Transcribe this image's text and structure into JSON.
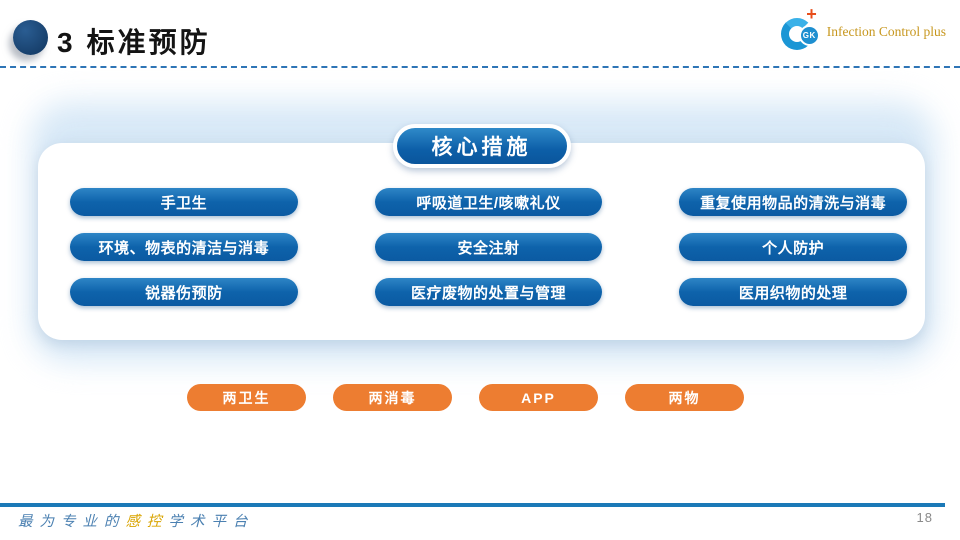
{
  "header": {
    "index": "3",
    "title": "标准预防",
    "logo": {
      "monogram": "GK",
      "plus": "+",
      "brand": "Infection Control plus"
    }
  },
  "panel": {
    "title": "核心措施",
    "measures": [
      "手卫生",
      "呼吸道卫生/咳嗽礼仪",
      "重复使用物品的清洗与消毒",
      "环境、物表的清洁与消毒",
      "安全注射",
      "个人防护",
      "锐器伤预防",
      "医疗废物的处置与管理",
      "医用织物的处理"
    ]
  },
  "tags": [
    "两卫生",
    "两消毒",
    "APP",
    "两物"
  ],
  "footer": {
    "text_prefix": "最为专业的",
    "text_highlight": "感控",
    "text_suffix": "学术平台",
    "page_number": "18"
  },
  "colors": {
    "primary_blue": "#0d5fa8",
    "accent_orange": "#ed7d31",
    "header_dot_navy": "#1d4b7c",
    "dashed_line_blue": "#2e75b6",
    "footer_bar_blue": "#1b79b7",
    "brand_gold": "#c7971e"
  }
}
